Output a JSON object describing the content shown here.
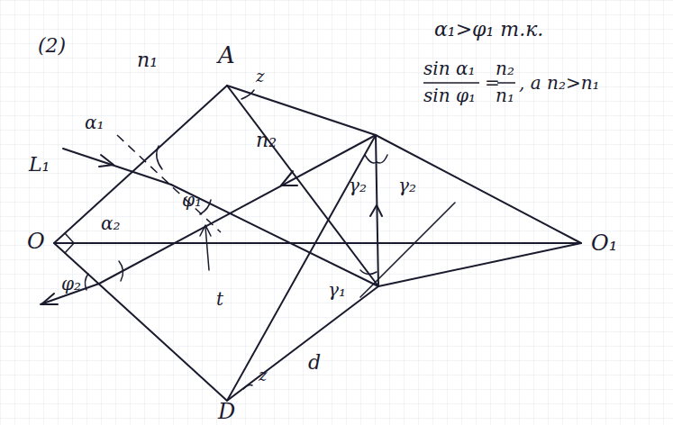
{
  "diagram": {
    "labels": [
      "(2)",
      "A",
      "z",
      "α₁>φ₁ т.к.",
      "n₁",
      "n₂",
      "sin α₁",
      "sin φ₁",
      "=",
      "n₂",
      "n₁",
      ", а n₂>n₁",
      "L₁",
      "O",
      "O₁",
      "D",
      "α₁",
      "φ₁",
      "α₂",
      "φ₂",
      "γ₂",
      "γ₂",
      "γ₁",
      "d",
      "z",
      "t"
    ]
  }
}
